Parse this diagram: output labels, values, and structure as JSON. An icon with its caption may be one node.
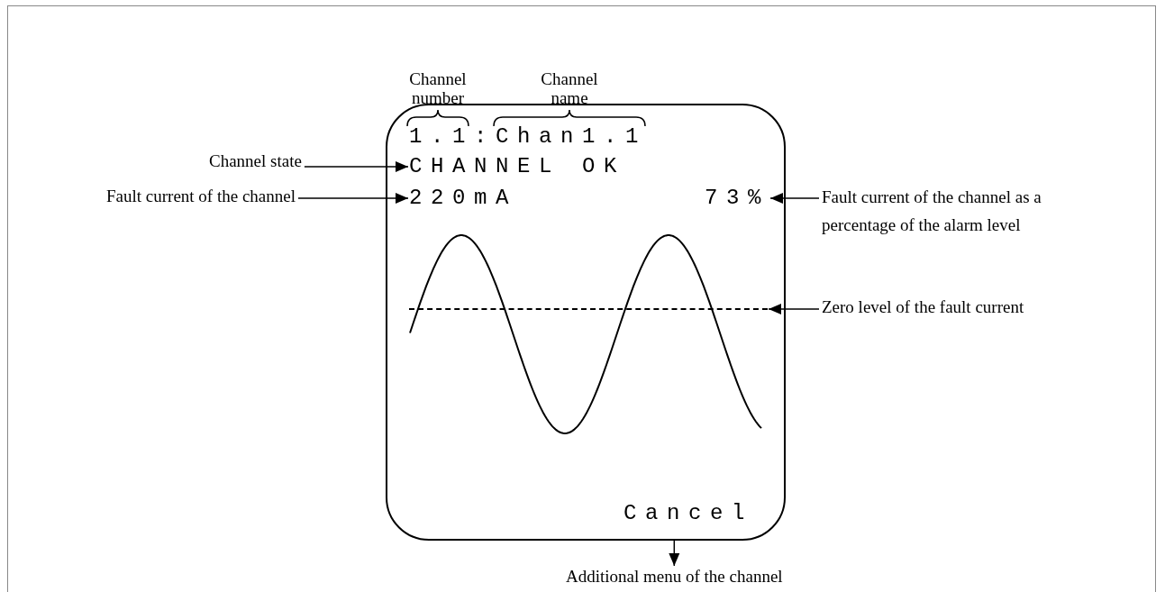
{
  "diagram": {
    "nodes": [
      {
        "text": [],
        "shape": "box"
      },
      {
        "text": [
          "1.1:Chan1.1"
        ],
        "in": 0
      },
      {
        "text": [
          "Channel state"
        ]
      },
      {
        "text": [
          "CHANNEL OK"
        ],
        "in": 0
      },
      {
        "text": [
          "Fault current of the channel"
        ]
      },
      {
        "text": [
          "220mA"
        ],
        "in": 0
      },
      {
        "text": [
          "73%"
        ],
        "in": 0
      },
      {
        "text": [
          "Fault current of the channel as a percentage of the alarm level"
        ]
      },
      {
        "text": [],
        "shape": "line",
        "in": 0
      },
      {
        "text": [
          "Zero level of the fault current"
        ]
      },
      {
        "text": [
          "Cancel"
        ],
        "in": 0
      },
      {
        "text": [
          "Additional menu of the channel"
        ]
      }
    ],
    "edges": [
      {
        "from": 2,
        "to": 3,
        "arrow": "to"
      },
      {
        "from": 4,
        "to": 5,
        "arrow": "to"
      },
      {
        "from": 7,
        "to": 6,
        "arrow": "to"
      },
      {
        "from": 9,
        "to": 8,
        "arrow": "to"
      },
      {
        "from": 10,
        "to": 11,
        "arrow": "to"
      }
    ],
    "labels": [
      "Channel number",
      "Channel name"
    ]
  }
}
